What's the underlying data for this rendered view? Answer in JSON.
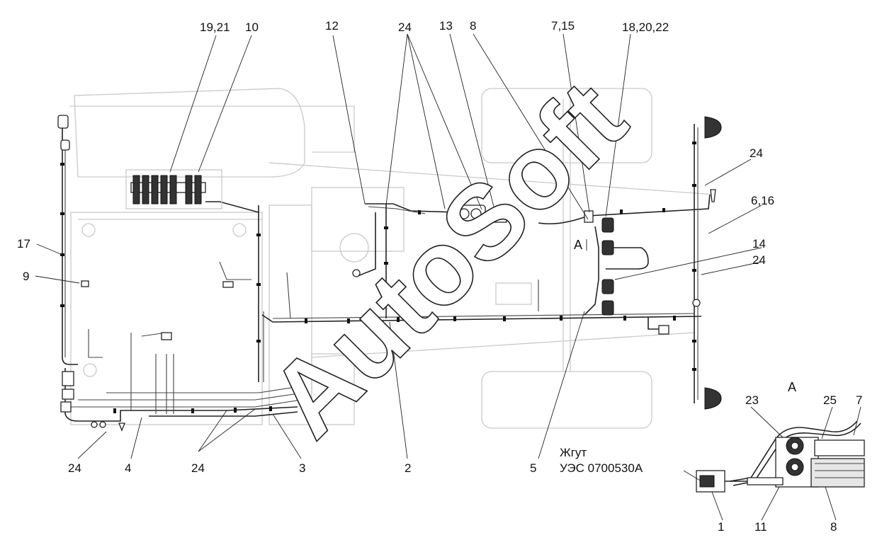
{
  "callouts": {
    "c_19_21": "19,21",
    "c_10": "10",
    "c_12": "12",
    "c_24_top": "24",
    "c_13": "13",
    "c_8_top": "8",
    "c_7_15": "7,15",
    "c_18_20_22": "18,20,22",
    "c_24_right1": "24",
    "c_6_16": "6,16",
    "c_14": "14",
    "c_24_right2": "24",
    "c_17": "17",
    "c_9": "9",
    "c_24_bl": "24",
    "c_4": "4",
    "c_24_bm": "24",
    "c_3": "3",
    "c_2": "2",
    "c_5": "5",
    "c_23": "23",
    "c_25": "25",
    "c_7_detail": "7",
    "c_1": "1",
    "c_11": "11",
    "c_8_detail": "8"
  },
  "view_marks": {
    "view_a_marker": "A",
    "view_a_title": "A"
  },
  "harness": {
    "line1": "Жгут",
    "line2": "УЭС 0700530А"
  },
  "watermark": "AutoSoft",
  "colors": {
    "line": "#222222",
    "outline": "#c9c9c9",
    "background": "#ffffff"
  }
}
